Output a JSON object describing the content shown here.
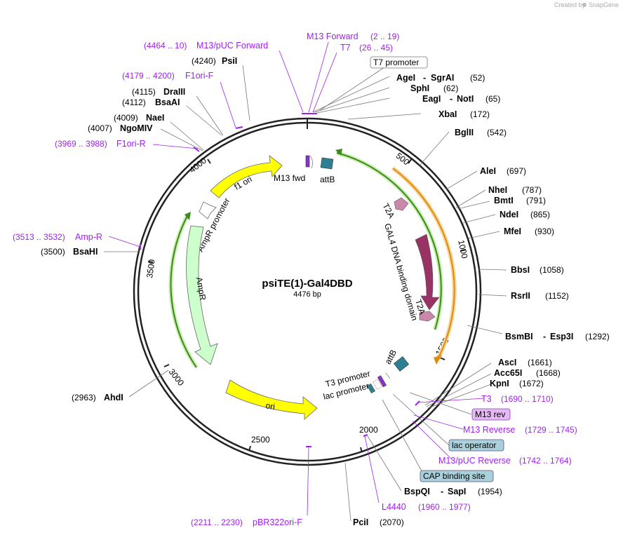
{
  "plasmid": {
    "name": "psiTE(1)-Gal4DBD",
    "length": "4476 bp"
  },
  "credit": {
    "created_by": "Created by",
    "brand": "SnapGene"
  },
  "ticks": [
    "500",
    "1000",
    "1500",
    "2000",
    "2500",
    "3000",
    "3500",
    "4000"
  ],
  "restriction_sites": [
    {
      "name": "PsiI",
      "pos": "(4240)"
    },
    {
      "name": "DraIII",
      "pos": "(4115)"
    },
    {
      "name": "BsaAI",
      "pos": "(4112)"
    },
    {
      "name": "NaeI",
      "pos": "(4009)"
    },
    {
      "name": "NgoMIV",
      "pos": "(4007)"
    },
    {
      "name": "AgeI",
      "name2": "SgrAI",
      "pos": "(52)"
    },
    {
      "name": "SphI",
      "pos": "(62)"
    },
    {
      "name": "EagI",
      "name2": "NotI",
      "pos": "(65)"
    },
    {
      "name": "XbaI",
      "pos": "(172)"
    },
    {
      "name": "BglII",
      "pos": "(542)"
    },
    {
      "name": "AleI",
      "pos": "(697)"
    },
    {
      "name": "NheI",
      "pos": "(787)"
    },
    {
      "name": "BmtI",
      "pos": "(791)"
    },
    {
      "name": "NdeI",
      "pos": "(865)"
    },
    {
      "name": "MfeI",
      "pos": "(930)"
    },
    {
      "name": "BbsI",
      "pos": "(1058)"
    },
    {
      "name": "RsrII",
      "pos": "(1152)"
    },
    {
      "name": "BsmBI",
      "name2": "Esp3I",
      "pos": "(1292)"
    },
    {
      "name": "AscI",
      "pos": "(1661)"
    },
    {
      "name": "Acc65I",
      "pos": "(1668)"
    },
    {
      "name": "KpnI",
      "pos": "(1672)"
    },
    {
      "name": "BspQI",
      "name2": "SapI",
      "pos": "(1954)"
    },
    {
      "name": "PciI",
      "pos": "(2070)"
    },
    {
      "name": "AhdI",
      "pos": "(2963)"
    },
    {
      "name": "BsaHI",
      "pos": "(3500)"
    }
  ],
  "primers": [
    {
      "name": "M13/pUC Forward",
      "range": "(4464 .. 10)"
    },
    {
      "name": "F1ori-F",
      "range": "(4179 .. 4200)"
    },
    {
      "name": "F1ori-R",
      "range": "(3969 .. 3988)"
    },
    {
      "name": "M13 Forward",
      "range": "(2 .. 19)"
    },
    {
      "name": "T7",
      "range": "(26 .. 45)"
    },
    {
      "name": "Amp-R",
      "range": "(3513 .. 3532)"
    },
    {
      "name": "T3",
      "range": "(1690 .. 1710)"
    },
    {
      "name": "M13 Reverse",
      "range": "(1729 .. 1745)"
    },
    {
      "name": "M13/pUC Reverse",
      "range": "(1742 .. 1764)"
    },
    {
      "name": "L4440",
      "range": "(1960 .. 1977)"
    },
    {
      "name": "pBR322ori-F",
      "range": "(2211 .. 2230)"
    }
  ],
  "boxed_labels": {
    "t7_promoter": "T7 promoter",
    "m13_rev": "M13 rev",
    "lac_operator": "lac operator",
    "cap_binding_site": "CAP binding site"
  },
  "features": {
    "f1_ori": "f1 ori",
    "ampr_promoter": "AmpR promoter",
    "ampr": "AmpR",
    "ori": "ori",
    "m13_fwd": "M13 fwd",
    "attb_top": "attB",
    "attb_bottom": "attB",
    "t2a_top": "T2A",
    "gal4": "GAL4 DNA binding domain",
    "t2a_bottom": "T2A",
    "t3_promoter": "T3 promoter",
    "lac_promoter": "lac promoter"
  },
  "colors": {
    "backbone": "#222222",
    "primer": "#a020f0",
    "f1_ori": "#ffff00",
    "ori": "#ffff00",
    "ampr": "#ccffcc",
    "attb": "#2f7f93",
    "gal4": "#993366",
    "t2a": "#cc88aa",
    "orf_arc": "#55aa22",
    "orf_arc_orange": "#ee9922"
  }
}
